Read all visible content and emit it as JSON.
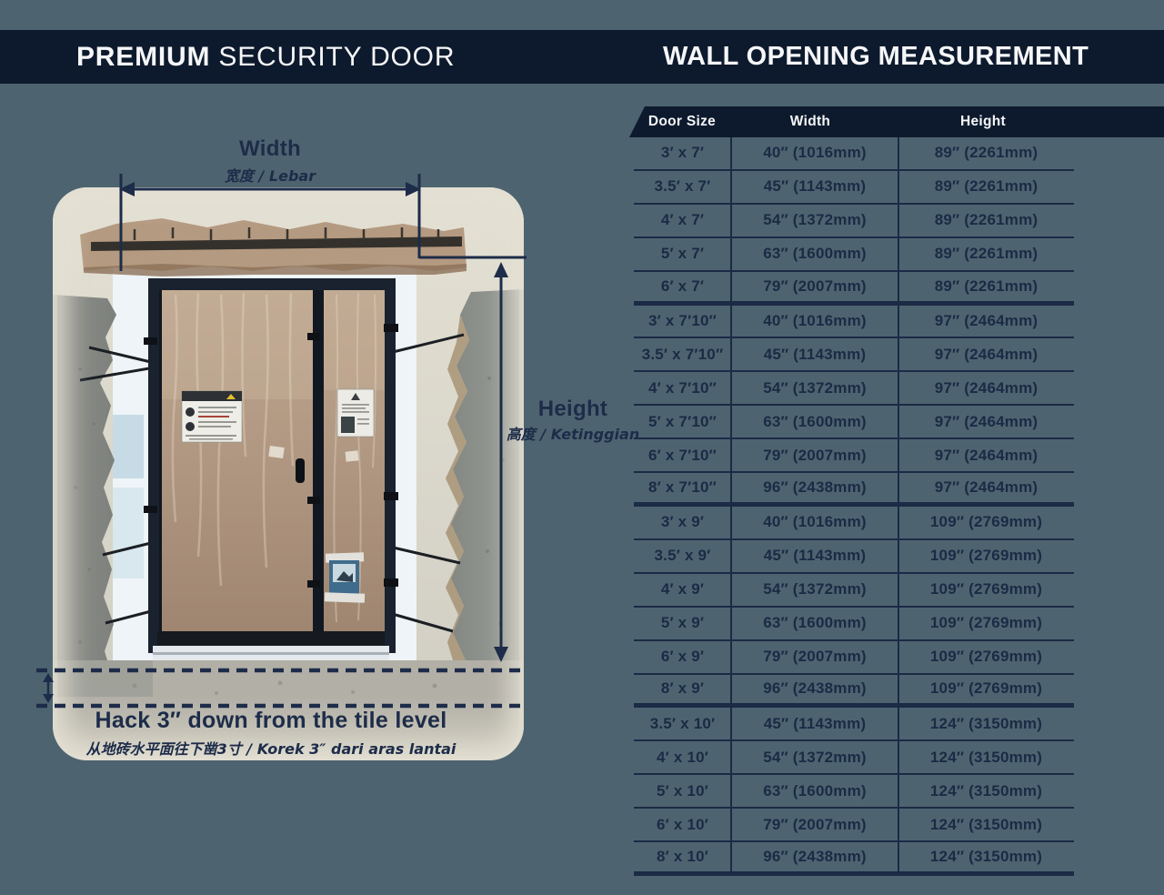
{
  "header_bar": {
    "title_left_bold": "PREMIUM",
    "title_left_rest": " SECURITY DOOR",
    "title_right": "WALL OPENING MEASUREMENT"
  },
  "diagram": {
    "width_label": "Width",
    "width_sublabel": "宽度 / Lebar",
    "height_label": "Height",
    "height_sublabel": "高度 / Ketinggian",
    "hack_note": "Hack 3″ down from the tile level",
    "hack_subnote": "从地砖水平面往下凿3寸 / Korek 3″ dari aras lantai"
  },
  "table": {
    "columns": [
      "Door Size",
      "Width",
      "Height"
    ],
    "rows": [
      {
        "size": "3′ x 7′",
        "width": "40″ (1016mm)",
        "height": "89″ (2261mm)",
        "group_end": false
      },
      {
        "size": "3.5′ x 7′",
        "width": "45″ (1143mm)",
        "height": "89″ (2261mm)",
        "group_end": false
      },
      {
        "size": "4′ x 7′",
        "width": "54″ (1372mm)",
        "height": "89″ (2261mm)",
        "group_end": false
      },
      {
        "size": "5′ x 7′",
        "width": "63″ (1600mm)",
        "height": "89″ (2261mm)",
        "group_end": false
      },
      {
        "size": "6′ x 7′",
        "width": "79″ (2007mm)",
        "height": "89″ (2261mm)",
        "group_end": true
      },
      {
        "size": "3′ x 7′10″",
        "width": "40″ (1016mm)",
        "height": "97″ (2464mm)",
        "group_end": false
      },
      {
        "size": "3.5′ x 7′10″",
        "width": "45″ (1143mm)",
        "height": "97″ (2464mm)",
        "group_end": false
      },
      {
        "size": "4′ x 7′10″",
        "width": "54″ (1372mm)",
        "height": "97″ (2464mm)",
        "group_end": false
      },
      {
        "size": "5′ x 7′10″",
        "width": "63″ (1600mm)",
        "height": "97″ (2464mm)",
        "group_end": false
      },
      {
        "size": "6′ x 7′10″",
        "width": "79″ (2007mm)",
        "height": "97″ (2464mm)",
        "group_end": false
      },
      {
        "size": "8′ x 7′10″",
        "width": "96″ (2438mm)",
        "height": "97″ (2464mm)",
        "group_end": true
      },
      {
        "size": "3′ x 9′",
        "width": "40″ (1016mm)",
        "height": "109″ (2769mm)",
        "group_end": false
      },
      {
        "size": "3.5′ x 9′",
        "width": "45″ (1143mm)",
        "height": "109″ (2769mm)",
        "group_end": false
      },
      {
        "size": "4′ x 9′",
        "width": "54″ (1372mm)",
        "height": "109″ (2769mm)",
        "group_end": false
      },
      {
        "size": "5′ x 9′",
        "width": "63″ (1600mm)",
        "height": "109″ (2769mm)",
        "group_end": false
      },
      {
        "size": "6′ x 9′",
        "width": "79″ (2007mm)",
        "height": "109″ (2769mm)",
        "group_end": false
      },
      {
        "size": "8′ x 9′",
        "width": "96″ (2438mm)",
        "height": "109″ (2769mm)",
        "group_end": true
      },
      {
        "size": "3.5′ x 10′",
        "width": "45″ (1143mm)",
        "height": "124″ (3150mm)",
        "group_end": false
      },
      {
        "size": "4′ x 10′",
        "width": "54″ (1372mm)",
        "height": "124″ (3150mm)",
        "group_end": false
      },
      {
        "size": "5′ x 10′",
        "width": "63″ (1600mm)",
        "height": "124″ (3150mm)",
        "group_end": false
      },
      {
        "size": "6′ x 10′",
        "width": "79″ (2007mm)",
        "height": "124″ (3150mm)",
        "group_end": false
      },
      {
        "size": "8′ x 10′",
        "width": "96″ (2438mm)",
        "height": "124″ (3150mm)",
        "group_end": true
      }
    ]
  },
  "colors": {
    "background": "#4d6470",
    "navy": "#0d1a2d",
    "table_ink": "#1b2a45",
    "dimension_ink": "#1d2c49"
  }
}
